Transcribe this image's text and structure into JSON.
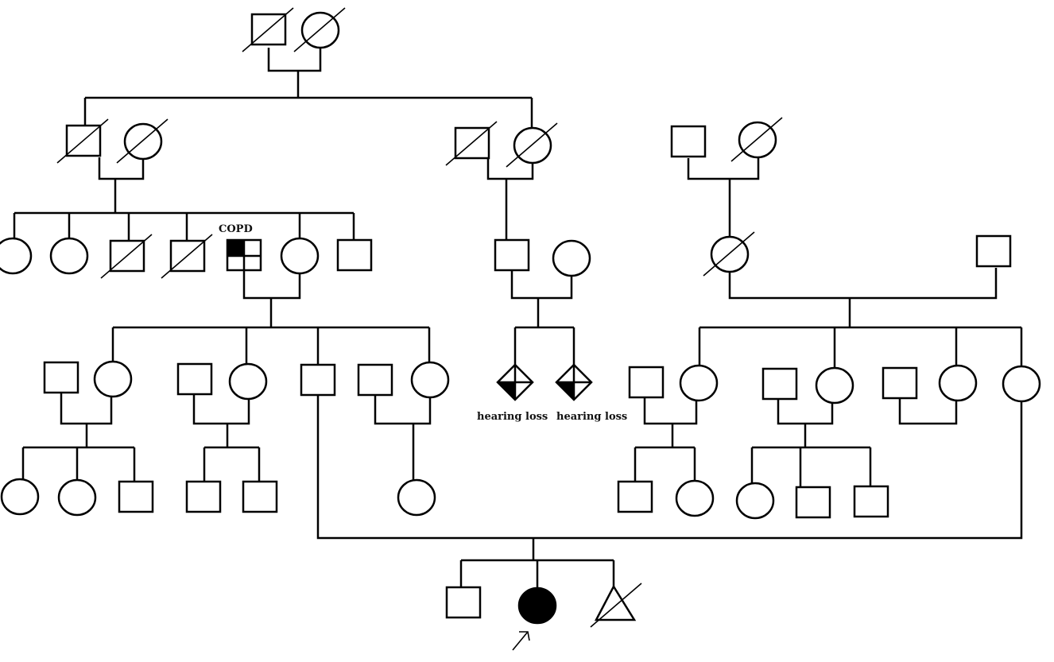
{
  "title": "Family pedigree chart",
  "colors": {
    "line": "#000000",
    "affected": "#000000",
    "background": "#ffffff"
  },
  "legend_terms": {
    "square": "male",
    "circle": "female",
    "diamond": "sex unspecified",
    "triangle": "pregnancy loss",
    "slash": "deceased",
    "filled": "affected",
    "arrow": "proband"
  },
  "individuals": [
    {
      "id": "I-1",
      "sex": "male",
      "deceased": true,
      "affected": false
    },
    {
      "id": "I-2",
      "sex": "female",
      "deceased": true,
      "affected": false
    },
    {
      "id": "II-1",
      "sex": "male",
      "deceased": true,
      "affected": false
    },
    {
      "id": "II-2",
      "sex": "female",
      "deceased": true,
      "affected": false
    },
    {
      "id": "II-3",
      "sex": "male",
      "deceased": true,
      "affected": false
    },
    {
      "id": "II-4",
      "sex": "female",
      "deceased": true,
      "affected": false
    },
    {
      "id": "II-5",
      "sex": "male",
      "deceased": false,
      "affected": false
    },
    {
      "id": "II-6",
      "sex": "female",
      "deceased": true,
      "affected": false
    },
    {
      "id": "III-1",
      "sex": "female",
      "deceased": false,
      "affected": false
    },
    {
      "id": "III-2",
      "sex": "female",
      "deceased": false,
      "affected": false
    },
    {
      "id": "III-3",
      "sex": "male",
      "deceased": true,
      "affected": false
    },
    {
      "id": "III-4",
      "sex": "male",
      "deceased": true,
      "affected": false
    },
    {
      "id": "III-5",
      "sex": "male",
      "deceased": false,
      "affected": "quadrant",
      "condition": "COPD"
    },
    {
      "id": "III-6",
      "sex": "female",
      "deceased": false,
      "affected": false
    },
    {
      "id": "III-7",
      "sex": "male",
      "deceased": false,
      "affected": false
    },
    {
      "id": "III-8",
      "sex": "male",
      "deceased": false,
      "affected": false
    },
    {
      "id": "III-9",
      "sex": "female",
      "deceased": false,
      "affected": false
    },
    {
      "id": "III-10",
      "sex": "female",
      "deceased": true,
      "affected": false
    },
    {
      "id": "III-11",
      "sex": "male",
      "deceased": false,
      "affected": false
    },
    {
      "id": "IV-1",
      "sex": "male",
      "deceased": false,
      "affected": false
    },
    {
      "id": "IV-2",
      "sex": "female",
      "deceased": false,
      "affected": false
    },
    {
      "id": "IV-3",
      "sex": "male",
      "deceased": false,
      "affected": false
    },
    {
      "id": "IV-4",
      "sex": "female",
      "deceased": false,
      "affected": false
    },
    {
      "id": "IV-5",
      "sex": "male",
      "deceased": false,
      "affected": false
    },
    {
      "id": "IV-6",
      "sex": "male",
      "deceased": false,
      "affected": false
    },
    {
      "id": "IV-7",
      "sex": "female",
      "deceased": false,
      "affected": false
    },
    {
      "id": "IV-8",
      "sex": "unknown",
      "deceased": false,
      "affected": "quadrant",
      "condition": "hearing loss"
    },
    {
      "id": "IV-9",
      "sex": "unknown",
      "deceased": false,
      "affected": "quadrant",
      "condition": "hearing loss"
    },
    {
      "id": "IV-10",
      "sex": "male",
      "deceased": false,
      "affected": false
    },
    {
      "id": "IV-11",
      "sex": "female",
      "deceased": false,
      "affected": false
    },
    {
      "id": "IV-12",
      "sex": "male",
      "deceased": false,
      "affected": false
    },
    {
      "id": "IV-13",
      "sex": "female",
      "deceased": false,
      "affected": false
    },
    {
      "id": "IV-14",
      "sex": "male",
      "deceased": false,
      "affected": false
    },
    {
      "id": "IV-15",
      "sex": "female",
      "deceased": false,
      "affected": false
    },
    {
      "id": "IV-16",
      "sex": "female",
      "deceased": false,
      "affected": false
    },
    {
      "id": "V-1",
      "sex": "female",
      "deceased": false,
      "affected": false
    },
    {
      "id": "V-2",
      "sex": "female",
      "deceased": false,
      "affected": false
    },
    {
      "id": "V-3",
      "sex": "male",
      "deceased": false,
      "affected": false
    },
    {
      "id": "V-4",
      "sex": "male",
      "deceased": false,
      "affected": false
    },
    {
      "id": "V-5",
      "sex": "male",
      "deceased": false,
      "affected": false
    },
    {
      "id": "V-6",
      "sex": "female",
      "deceased": false,
      "affected": false
    },
    {
      "id": "V-7",
      "sex": "male",
      "deceased": false,
      "affected": false
    },
    {
      "id": "V-8",
      "sex": "female",
      "deceased": false,
      "affected": false
    },
    {
      "id": "V-9",
      "sex": "female",
      "deceased": false,
      "affected": false
    },
    {
      "id": "V-10",
      "sex": "male",
      "deceased": false,
      "affected": false
    },
    {
      "id": "V-11",
      "sex": "male",
      "deceased": false,
      "affected": false
    },
    {
      "id": "VI-1",
      "sex": "male",
      "deceased": false,
      "affected": false
    },
    {
      "id": "VI-2",
      "sex": "female",
      "deceased": false,
      "affected": true,
      "proband": true
    },
    {
      "id": "VI-3",
      "sex": "pregnancy",
      "deceased": true,
      "affected": false
    }
  ],
  "labels": {
    "copd": "COPD",
    "hearing_loss_1": "hearing loss",
    "hearing_loss_2": "hearing loss"
  }
}
